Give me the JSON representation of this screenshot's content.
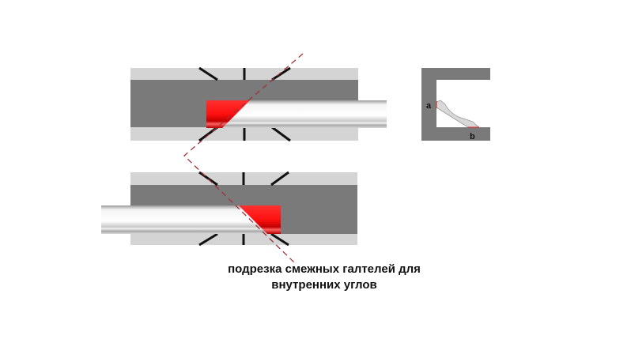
{
  "labels": {
    "a": "a",
    "b": "b"
  },
  "caption": {
    "line1": "подрезка смежных галтелей для",
    "line2": "внутренних углов"
  },
  "colors": {
    "light": "#d4d4d4",
    "dark": "#7a7a7a",
    "red": "#ff1a1a",
    "dash": "#a0303a"
  }
}
